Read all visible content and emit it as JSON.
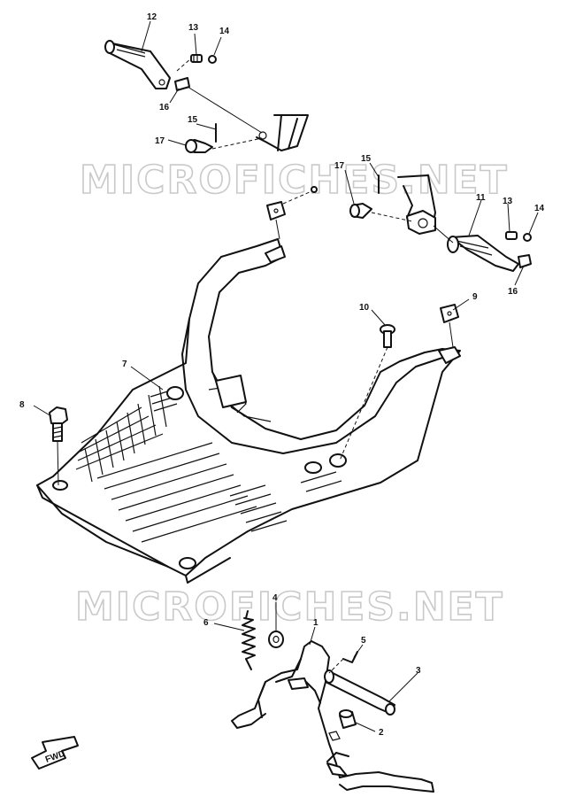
{
  "watermark": "MICROFICHES.NET",
  "fwd_label": "FWD",
  "callouts": {
    "c1": "1",
    "c2": "2",
    "c3": "3",
    "c4": "4",
    "c5": "5",
    "c6": "6",
    "c7": "7",
    "c8": "8",
    "c9": "9",
    "c10": "10",
    "c11": "11",
    "c12": "12",
    "c13a": "13",
    "c13b": "13",
    "c14a": "14",
    "c14b": "14",
    "c15a": "15",
    "c15b": "15",
    "c16a": "16",
    "c16b": "16",
    "c17a": "17",
    "c17b": "17"
  }
}
